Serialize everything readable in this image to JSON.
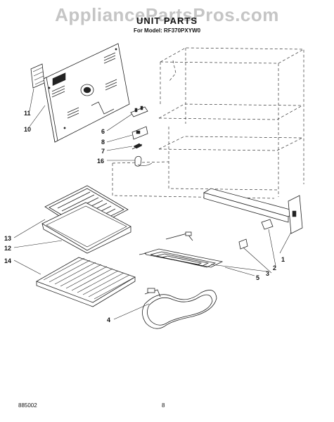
{
  "header": {
    "watermark": "AppliancePartsPros.com",
    "title": "UNIT PARTS",
    "subtitle": "For Model: RF370PXYW0"
  },
  "footer": {
    "doc_number": "885002",
    "page_number": "8"
  },
  "callouts": {
    "c1": "1",
    "c2": "2",
    "c3": "3",
    "c4": "4",
    "c5": "5",
    "c6": "6",
    "c7": "7",
    "c8": "8",
    "c10": "10",
    "c11": "11",
    "c12": "12",
    "c13": "13",
    "c14": "14",
    "c16": "16"
  }
}
